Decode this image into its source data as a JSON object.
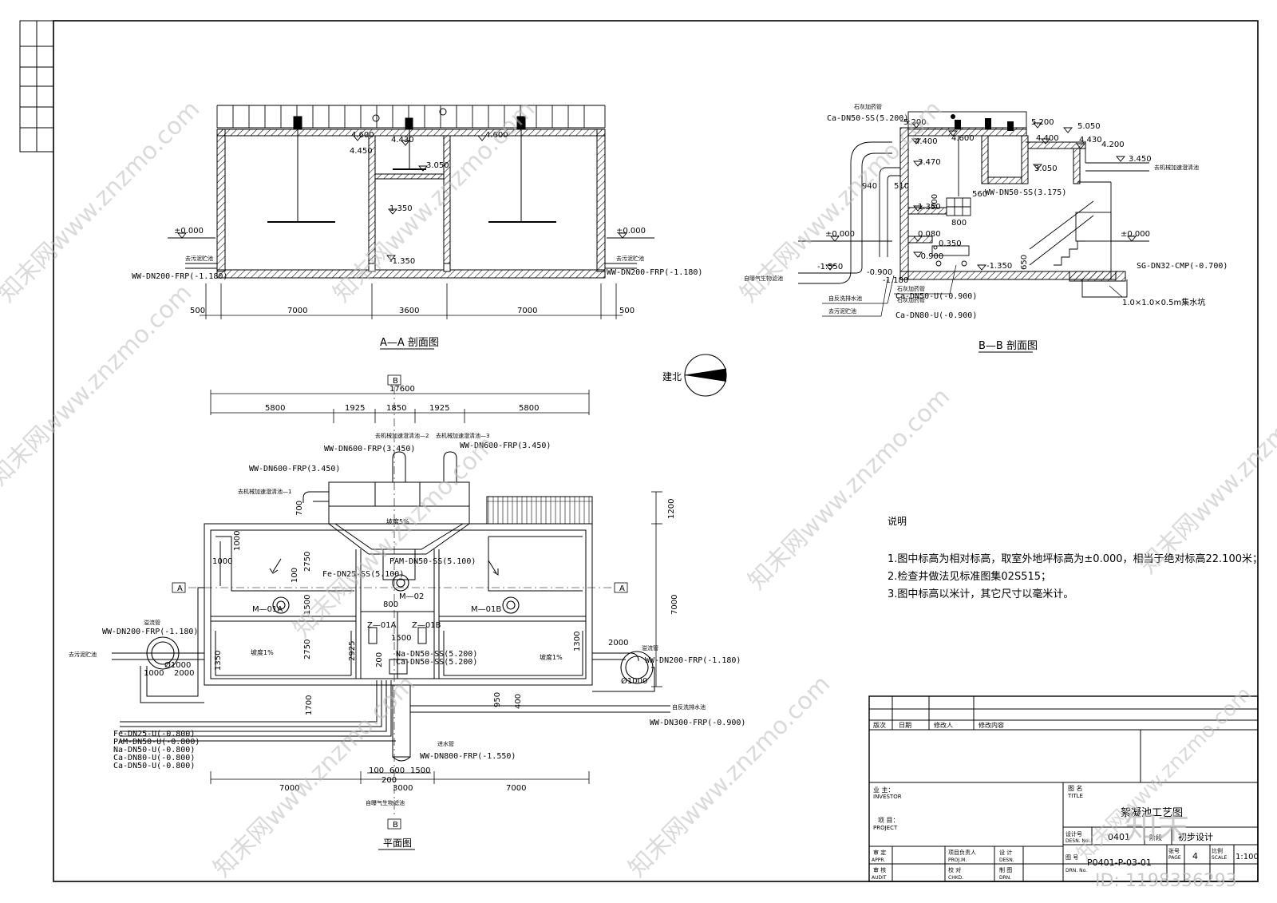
{
  "aa": {
    "title": "A—A 剖面图",
    "elev_top_left": "4.600",
    "elev_top_right": "4.600",
    "elev_mid": "4.430",
    "elev_mid2": "4.450",
    "elev_3050": "3.050",
    "elev_1350": "1.350",
    "elev_m1350": "-1.350",
    "ground_left": "±0.000",
    "ground_right": "±0.000",
    "label_left": "去污泥贮池",
    "label_right": "去污泥贮池",
    "pipe_left": "WW-DN200-FRP(-1.180)",
    "pipe_right": "WW-DN200-FRP(-1.180)",
    "dims": [
      "500",
      "7000",
      "3600",
      "7000",
      "500"
    ]
  },
  "bb": {
    "title": "B—B 剖面图",
    "lbl_lime": "石灰加药管",
    "pipe_ca_top": "Ca-DN50-SS(5.200)",
    "e5200a": "5.200",
    "e5200b": "5.200",
    "e5050": "5.050",
    "e4400a": "4.400",
    "e4600": "4.600",
    "e4400b": "4.400",
    "e4430": "4.430",
    "e4200": "4.200",
    "e3470": "3.470",
    "e3450": "3.450",
    "e3050": "3.050",
    "e1350": "1.350",
    "e0080": "0.080",
    "e0350": "0.350",
    "e0900": "-0.900",
    "e1550": "-1.550",
    "e1350n": "-1.350",
    "e0900b": "-0.900",
    "e0180": "-1.180",
    "ground_l": "±0.000",
    "ground_r": "±0.000",
    "d940": "940",
    "d510": "510",
    "d560": "560",
    "d800a": "800",
    "d800b": "800",
    "d650": "650",
    "pipe_ww": "WW-DN50-SS(3.175)",
    "pipe_sg": "SG-DN32-CMP(-0.700)",
    "to_mech": "去机械加速澄清池",
    "from_inlet": "自曝气生物滤池",
    "l_return": "自反洗排水池",
    "l_sludge": "去污泥贮池",
    "l_lime2": "石灰加药管",
    "l_lime3": "石灰加药管",
    "pipe_ca1": "Ca-DN50-U(-0.900)",
    "pipe_ca2": "Ca-DN80-U(-0.900)",
    "sump": "1.0×1.0×0.5m集水坑"
  },
  "north": {
    "label": "建北"
  },
  "plan": {
    "title": "平面图",
    "section_b": "B",
    "section_a": "A",
    "total": "17600",
    "top_dims": [
      "5800",
      "1925",
      "1850",
      "1925",
      "5800"
    ],
    "bottom_dims": [
      "7000",
      "3000",
      "7000"
    ],
    "dim_100": "100",
    "dim_600": "600",
    "dim_1500b": "1500",
    "dim_200": "200",
    "right_dims": [
      "1200",
      "7000"
    ],
    "pipe_600_1": "WW-DN600-FRP(3.450)",
    "pipe_600_2": "WW-DN600-FRP(3.450)",
    "pipe_600_3": "WW-DN600-FRP(3.450)",
    "to_mech1": "去机械加速澄清池—1",
    "to_mech2": "去机械加速澄清池—2",
    "to_mech3": "去机械加速澄清池—3",
    "slope5": "坡度5%",
    "slope1a": "坡度1%",
    "slope1b": "坡度1%",
    "pam": "PAM-DN50-SS(5.100)",
    "fe": "Fe-DN25-SS(5.100)",
    "m01a": "M—01A",
    "m01b": "M—01B",
    "m02": "M—02",
    "z01a": "Z—01A",
    "z01b": "Z—01B",
    "na": "Na-DN50-SS(5.200)",
    "ca": "Ca-DN50-SS(5.200)",
    "d700": "700",
    "d1000a": "1000",
    "d1000b": "1000",
    "d2750a": "2750",
    "d2750b": "2750",
    "d100": "100",
    "d1500": "1500",
    "d2925": "2925",
    "d800": "800",
    "d1500h": "1500",
    "d200": "200",
    "d1000c": "1000",
    "d2000a": "2000",
    "d2000b": "2000",
    "d1300": "1300",
    "d1700": "1700",
    "d950": "950",
    "d400": "400",
    "d1350": "1350",
    "phi1": "Ø1000",
    "phi2": "Ø1000",
    "overflow_l": "溢流管",
    "overflow_r": "溢流管",
    "ww200l": "WW-DN200-FRP(-1.180)",
    "ww200r": "WW-DN200-FRP(-1.180)",
    "sludge_l": "去污泥贮池",
    "ret": "自反洗排水池",
    "ww300": "WW-DN300-FRP(-0.900)",
    "inlet": "进水管",
    "ww800": "WW-DN800-FRP(-1.550)",
    "from_inlet": "自曝气生物滤池",
    "dosing": [
      "Fe-DN25-U(-0.800)",
      "PAM-DN50-U(-0.800)",
      "Na-DN50-U(-0.800)",
      "Ca-DN80-U(-0.800)",
      "Ca-DN50-U(-0.800)"
    ]
  },
  "notes": {
    "heading": "说明",
    "lines": [
      "1.图中标高为相对标高，取室外地坪标高为±0.000，相当于绝对标高22.100米；",
      "2.检查井做法见标准图集02S515；",
      "3.图中标高以米计，其它尺寸以毫米计。"
    ]
  },
  "titleblock": {
    "rev_headers": [
      "版次",
      "日期",
      "修改人",
      "修改内容"
    ],
    "investor_cn": "业 主：",
    "investor_en": "INVESTOR",
    "project_cn": "项 目：",
    "project_en": "PROJECT",
    "title_cn": "图 名",
    "title_en": "TITLE",
    "design_no_cn": "设计号",
    "design_no_en": "DESN. No.",
    "design_no": "0401",
    "stage_cn": "阶段",
    "stage": "初步设计",
    "drawing_title": "絮凝池工艺图",
    "drawing_no_cn": "图 号",
    "drawing_no_en": "DRN. No.",
    "drawing_no": "P0401-P-03-01",
    "page_cn": "张号",
    "page_en": "PAGE",
    "page": "4",
    "scale_cn": "比例",
    "scale_en": "SCALE",
    "scale": "1:100",
    "appr_cn": "审 定",
    "appr_en": "APPR.",
    "audit_cn": "审 核",
    "audit_en": "AUDIT",
    "projm_cn": "项目负责人",
    "projm_en": "PROJ.M.",
    "chkd_cn": "校 对",
    "chkd_en": "CHKD.",
    "desn_cn": "设 计",
    "desn_en": "DESN.",
    "drn_cn": "制 图",
    "drn_en": "DRN."
  },
  "watermarks": {
    "site": "知末网www.znzmo.com",
    "logo": "知末",
    "id": "ID: 1198336293"
  }
}
